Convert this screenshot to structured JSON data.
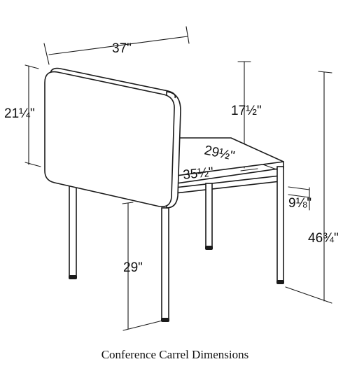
{
  "figure": {
    "caption": "Conference Carrel Dimensions",
    "dimensions": {
      "panel_width": "37\"",
      "panel_height": "21¼\"",
      "panel_above_desk": "17½\"",
      "desk_depth": "29½\"",
      "desk_width": "35½\"",
      "desk_height": "29\"",
      "apron_height": "9⅛\"",
      "overall_height": "46¾\""
    }
  }
}
